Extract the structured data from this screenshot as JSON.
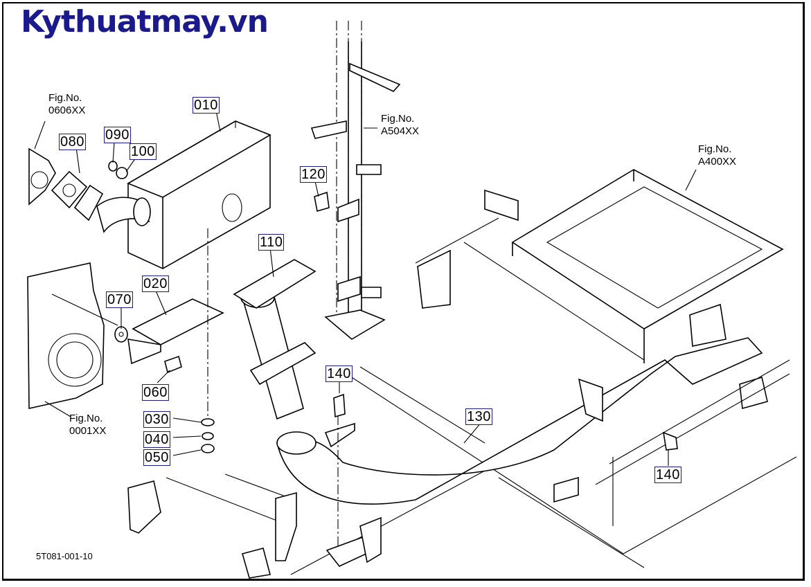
{
  "watermark": "Kythuatmay.vn",
  "drawing_code": "5T081-001-10",
  "fig_refs": [
    {
      "label": "Fig.No.",
      "number": "0606XX"
    },
    {
      "label": "Fig.No.",
      "number": "A504XX"
    },
    {
      "label": "Fig.No.",
      "number": "A400XX"
    },
    {
      "label": "Fig.No.",
      "number": "0001XX"
    }
  ],
  "parts": [
    {
      "id": "010"
    },
    {
      "id": "080"
    },
    {
      "id": "090"
    },
    {
      "id": "100"
    },
    {
      "id": "120"
    },
    {
      "id": "110"
    },
    {
      "id": "020"
    },
    {
      "id": "070"
    },
    {
      "id": "060"
    },
    {
      "id": "140"
    },
    {
      "id": "130"
    },
    {
      "id": "030"
    },
    {
      "id": "040"
    },
    {
      "id": "050"
    },
    {
      "id": "140"
    }
  ]
}
